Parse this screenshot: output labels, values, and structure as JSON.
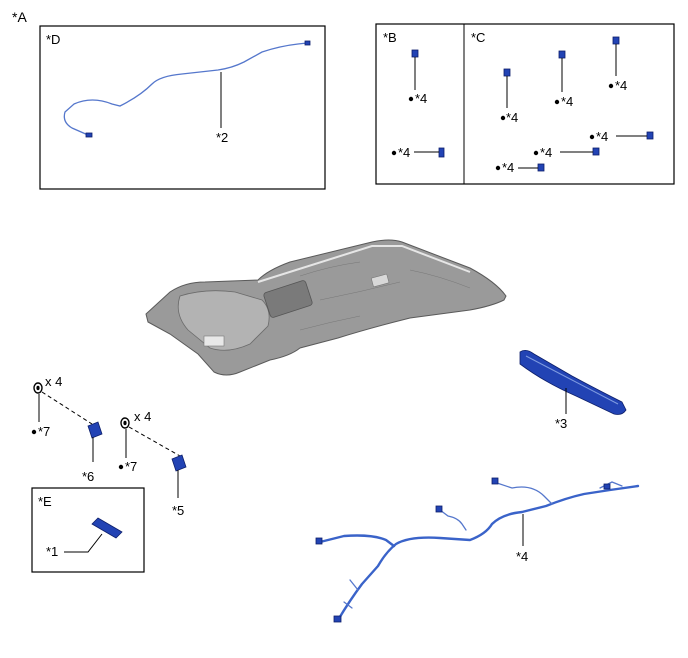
{
  "labels": {
    "A": "*A",
    "B": "*B",
    "C": "*C",
    "D": "*D",
    "E": "*E",
    "p1": "*1",
    "p2": "*2",
    "p3": "*3",
    "p4": "*4",
    "p5": "*5",
    "p6": "*6",
    "p7": "*7",
    "qty_x4": "x 4"
  },
  "colors": {
    "part_blue": "#2243b4",
    "wire_blue": "#3a63c9",
    "headliner_gray": "#8c8c8c"
  }
}
